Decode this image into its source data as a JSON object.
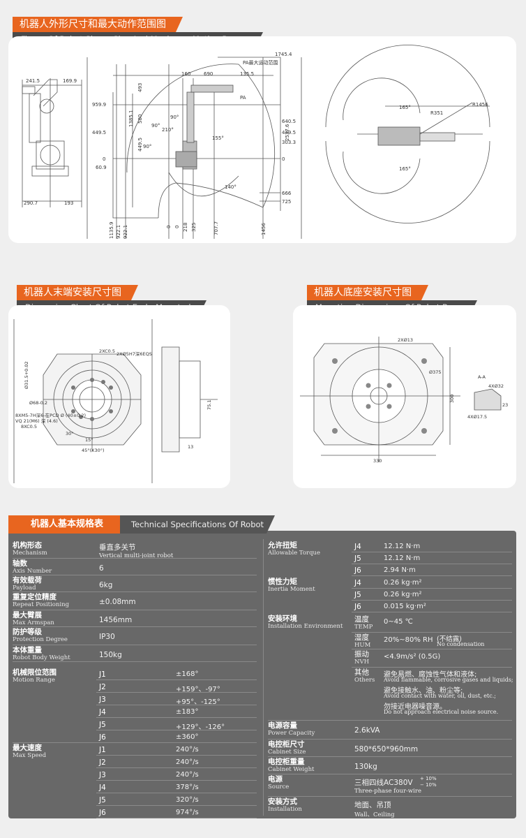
{
  "sec1": {
    "cn": "机器人外形尺寸和最大动作范围图",
    "en": "Figure Of Robot Shape Size And Maximum Motion Range"
  },
  "sec2": {
    "cn": "机器人末端安装尺寸图",
    "en": "Dimension Chart Of Robot End - Mounted"
  },
  "sec3": {
    "cn": "机器人底座安装尺寸图",
    "en": "Mounting Dimensions Of Robot Base"
  },
  "sec4": {
    "cn": "机器人基本规格表",
    "en": "Technical Specifications Of Robot"
  },
  "draw1": {
    "side_top_a": "241.5",
    "side_top_b": "169.9",
    "side_bot_a": "290.7",
    "side_bot_b": "193",
    "left_dims": [
      "959.9",
      "449.5",
      "0",
      "60.9"
    ],
    "vert_dims": [
      "1385.1",
      "449.5",
      "580",
      "493"
    ],
    "top_dims": [
      "160",
      "690",
      "135.5",
      "1745.4"
    ],
    "pa_label": "PA最大运动范围",
    "pa_short": "PA",
    "angles": [
      "90°",
      "90°",
      "90°",
      "210°",
      "155°",
      "140°"
    ],
    "right_dims": [
      "640.5",
      "449.5",
      "303.3",
      "0",
      "666",
      "725",
      "2537.6"
    ],
    "bottom_dims": [
      "1135.9",
      "922.1",
      "922.1",
      "0",
      "0",
      "218",
      "325",
      "707.7",
      "1456"
    ],
    "top_view": [
      "165°",
      "R351",
      "R1456",
      "165°"
    ]
  },
  "draw2": {
    "labels": [
      "2XC0.5",
      "2XØ5H7深6EQS",
      "Ø31.5+0.02",
      "Ø68-0.2",
      "8XM5-7H深6-在PCD Ø (40±0.2)",
      "VQ 21(M6) 深 (4.6)",
      "8XC0.5",
      "30°",
      "15°",
      "45°(X30°)",
      "75.1",
      "13"
    ]
  },
  "draw3": {
    "labels": [
      "2XØ13",
      "Ø375",
      "330",
      "300",
      "A-A",
      "4XØ32",
      "23",
      "4XØ17.5"
    ]
  },
  "spec": {
    "left": [
      {
        "cn": "机构形态",
        "en": "Mechanism",
        "val": "垂直多关节",
        "sub": "Vertical multi-joint robot"
      },
      {
        "cn": "轴数",
        "en": "Axis Number",
        "val": "6"
      },
      {
        "cn": "有效载荷",
        "en": "Payload",
        "val": "6kg"
      },
      {
        "cn": "重复定位精度",
        "en": "Repeat Positioning",
        "val": "±0.08mm"
      },
      {
        "cn": "最大臂展",
        "en": "Max Armspan",
        "val": "1456mm"
      },
      {
        "cn": "防护等级",
        "en": "Protection Degree",
        "val": "IP30"
      },
      {
        "cn": "本体重量",
        "en": "Robot Body Weight",
        "val": "150kg"
      }
    ],
    "range": {
      "cn": "机械限位范围",
      "en": "Motion Range",
      "joints": [
        {
          "j": "J1",
          "v": "±168°"
        },
        {
          "j": "J2",
          "v": "+159°、-97°"
        },
        {
          "j": "J3",
          "v": "+95°、-125°"
        },
        {
          "j": "J4",
          "v": "±183°"
        },
        {
          "j": "J5",
          "v": "+129°、-126°"
        },
        {
          "j": "J6",
          "v": "±360°"
        }
      ]
    },
    "speed": {
      "cn": "最大速度",
      "en": "Max Speed",
      "joints": [
        {
          "j": "J1",
          "v": "240°/s"
        },
        {
          "j": "J2",
          "v": "240°/s"
        },
        {
          "j": "J3",
          "v": "240°/s"
        },
        {
          "j": "J4",
          "v": "378°/s"
        },
        {
          "j": "J5",
          "v": "320°/s"
        },
        {
          "j": "J6",
          "v": "974°/s"
        }
      ]
    },
    "torque": {
      "cn": "允许扭矩",
      "en": "Allowable Torque",
      "joints": [
        {
          "j": "J4",
          "v": "12.12 N·m"
        },
        {
          "j": "J5",
          "v": "12.12 N·m"
        },
        {
          "j": "J6",
          "v": "2.94 N·m"
        }
      ]
    },
    "inertia": {
      "cn": "惯性力矩",
      "en": "Inertia Moment",
      "joints": [
        {
          "j": "J4",
          "v": "0.26 kg·m²"
        },
        {
          "j": "J5",
          "v": "0.26 kg·m²"
        },
        {
          "j": "J6",
          "v": "0.015 kg·m²"
        }
      ]
    },
    "env": {
      "cn": "安装环境",
      "en": "Installation Environment",
      "temp_cn": "温度",
      "temp_en": "TEMP",
      "temp_v": "0~45 ℃",
      "hum_cn": "湿度",
      "hum_en": "HUM",
      "hum_v": "20%~80% RH",
      "hum_note_cn": "(不结露)",
      "hum_note_en": "No condensation",
      "vib_cn": "振动",
      "vib_en": "NVH",
      "vib_v": "<4.9m/s² (0.5G)",
      "oth_cn": "其他",
      "oth_en": "Others",
      "oth_lines": [
        "避免易燃、腐蚀性气体和液体;",
        "Avoid flammable, corrosive gases and liquids;",
        "避免接触水、油、粉尘等;",
        "Avoid contact with water, oil, dust, etc.;",
        "勿接近电器噪音源。",
        "Do not approach electrical noise source."
      ]
    },
    "right": [
      {
        "cn": "电源容量",
        "en": "Power Capacity",
        "val": "2.6kVA"
      },
      {
        "cn": "电控柜尺寸",
        "en": "Cabinet Size",
        "val": "580*650*960mm"
      },
      {
        "cn": "电控柜重量",
        "en": "Cabinet Weight",
        "val": "130kg"
      },
      {
        "cn": "电源",
        "en": "Source",
        "val": "三相四线AC380V",
        "tol_plus": "+ 10%",
        "tol_minus": "− 10%",
        "sub": "Three-phase four-wire"
      },
      {
        "cn": "安装方式",
        "en": "Installation",
        "val": "地面、吊顶",
        "sub": "Wall、Ceiling"
      }
    ]
  }
}
